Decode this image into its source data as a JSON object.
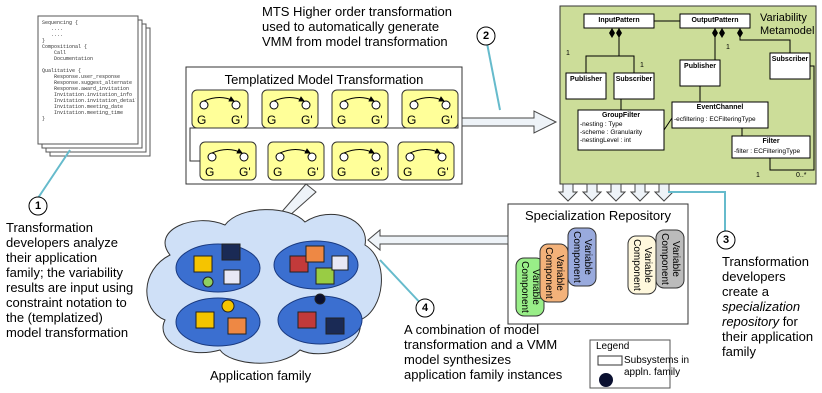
{
  "top_caption": [
    "MTS Higher order transformation",
    "used to automatically generate",
    "VMM from model transformation"
  ],
  "templatized_title": "Templatized Model Transformation",
  "template_box": {
    "g": "G",
    "g_prime": "G'"
  },
  "metamodel": {
    "title": "Variability Metamodel",
    "input_pattern": "InputPattern",
    "output_pattern": "OutputPattern",
    "publisher": "Publisher",
    "subscriber": "Subscriber",
    "group_filter": "GroupFilter",
    "group_filter_attrs": [
      "-nesting : Type",
      "-scheme : Granularity",
      "-nestingLevel : int"
    ],
    "event_channel": "EventChannel",
    "event_channel_attr": "-ecfiltering : ECFilteringType",
    "filter": "Filter",
    "filter_attr": "-filter : ECFilteringType",
    "multiplicities": {
      "one": "1",
      "many": "0..*"
    }
  },
  "specialization_repository": {
    "title": "Specialization Repository",
    "component_label": [
      "Variable",
      "Component"
    ]
  },
  "application_family_label": "Application family",
  "legend": {
    "title": "Legend",
    "item1": "Subsystems in",
    "item2": "appln. family"
  },
  "steps": [
    "1",
    "2",
    "3",
    "4"
  ],
  "step1_text": [
    "Transformation",
    "developers analyze",
    "their application",
    "family; the variability",
    "results are input using",
    "constraint notation to",
    "the (templatized)",
    "model transformation"
  ],
  "step3_text": [
    "Transformation",
    "developers",
    "create a",
    "specialization",
    "repository for",
    "their application",
    "family"
  ],
  "step4_text": [
    "A combination of model",
    "transformation and a VMM",
    "model synthesizes",
    "application family instances"
  ],
  "code_lines": [
    "Sequencing {",
    "   ....",
    "   ....",
    "}",
    "Compositional {",
    "    Call",
    "    Documentation",
    "",
    "Qualitative {",
    "    Response.user_response",
    "    Response.suggest_alternate",
    "    Response.award_invitation",
    "    Invitation.invitation_info",
    "    Invitation.invitation_details",
    "    Invitation.meeting_date",
    "    Invitation.meeting_time",
    "}"
  ],
  "colors": {
    "template_fill": "#ffff99",
    "metamodel_bg": "#ccdd99",
    "step_circle": "#ffffff",
    "leader": "#66bbcc",
    "arrow_fill": "#eef3f8",
    "cloud_fill": "#cfe0f7",
    "subsystem_fill": "#3b6fd0",
    "comp_green": "#99ee88",
    "comp_orange": "#f3b27a",
    "comp_blue": "#99aadd",
    "comp_cream": "#fff8dd",
    "comp_gray": "#bbbbbb"
  }
}
